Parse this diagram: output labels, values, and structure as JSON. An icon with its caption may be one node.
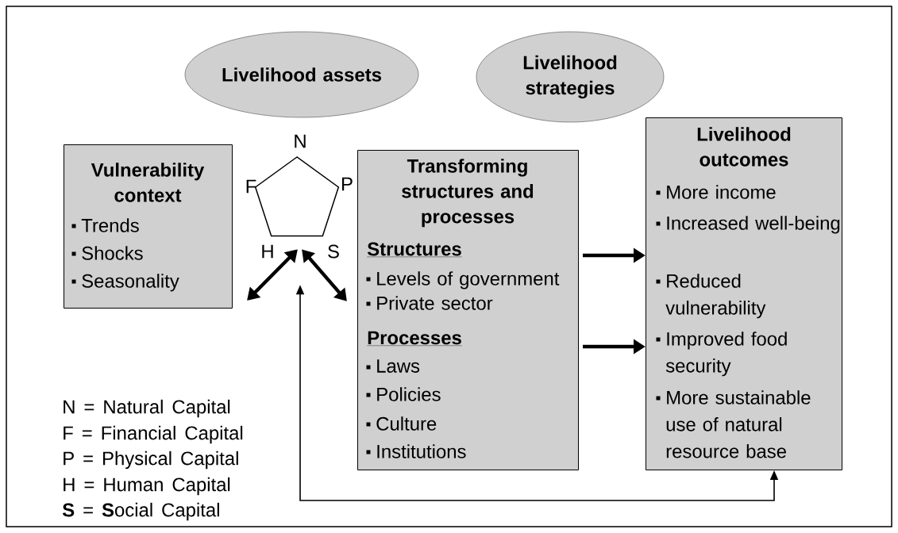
{
  "diagram": {
    "nodes": [
      {
        "text": [
          "Livelihood assets"
        ]
      },
      {
        "text": [
          "Livelihood strategies"
        ]
      },
      {
        "text": [
          "Vulnerability context",
          "Trends",
          "Shocks",
          "Seasonality"
        ]
      },
      {
        "text": [],
        "shape": "pentagon",
        "beside": [
          "N",
          "F",
          "P",
          "H",
          "S"
        ]
      },
      {
        "text": [
          "Transforming structures and processes",
          "Structures",
          "Levels of government",
          "Private sector",
          "Processes",
          "Laws",
          "Policies",
          "Culture",
          "Institutions"
        ]
      },
      {
        "text": [
          "Livelihood outcomes",
          "More income",
          "Increased well-being",
          "Reduced vulnerability",
          "Improved food security",
          "More sustainable use of natural resource base"
        ]
      }
    ],
    "edges": [
      {
        "from": 3,
        "to": 2,
        "arrow": "both"
      },
      {
        "from": 3,
        "to": 4,
        "arrow": "both"
      },
      {
        "from": 4,
        "to": 5,
        "arrow": "to"
      },
      {
        "from": 4,
        "to": 5,
        "arrow": "to"
      },
      {
        "from": 5,
        "to": 3,
        "arrow": "both"
      }
    ],
    "labels": [
      "N = Natural Capital",
      "F = Financial Capital",
      "P = Physical Capital",
      "H = Human Capital",
      "**S** = **S**ocial Capital"
    ]
  }
}
